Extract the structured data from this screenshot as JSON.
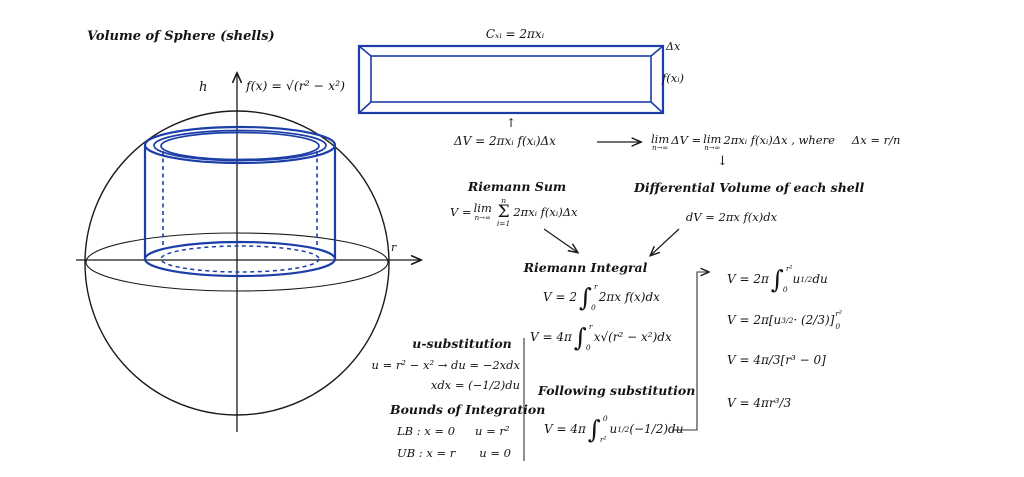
{
  "title": "Volume of Sphere (shells)",
  "diagram": {
    "v_axis": "h",
    "h_axis": "r",
    "curve": "f(x) = √(r² − x²)"
  },
  "box": {
    "circumference": "Cₓᵢ = 2πxᵢ",
    "dx": "Δx",
    "height": "f(xᵢ)",
    "up_arrow": "↑"
  },
  "flow": {
    "dv": "ΔV = 2πxᵢ f(xᵢ)Δx",
    "lim": "lim",
    "lim_sub": "n→∞",
    "eq1": "ΔV =",
    "eq2": "2πxᵢ f(xᵢ)Δx , where",
    "dx_def": "Δx = r/n",
    "down_arrow": "↓"
  },
  "riemann_sum": {
    "heading": "Riemann Sum",
    "pre": "V =",
    "lim": "lim",
    "lim_sub": "n→∞",
    "sum_top": "n",
    "sigma": "Σ",
    "sum_bot": "i=1",
    "body": "2πxᵢ f(xᵢ)Δx"
  },
  "differential": {
    "heading": "Differential Volume of each shell",
    "formula": "dV = 2πx f(x)dx"
  },
  "riemann_integral": {
    "heading": "Riemann Integral",
    "f1": {
      "pre": "V = 2",
      "ub": "r",
      "lb": "0",
      "body": "2πx f(x)dx"
    },
    "f2": {
      "pre": "V = 4π",
      "ub": "r",
      "lb": "0",
      "body": "x√(r² − x²)dx"
    }
  },
  "u_sub": {
    "heading": "u-substitution",
    "line1": "u = r² − x²  →   du = −2xdx",
    "line2": "xdx = (−1/2)du"
  },
  "bounds": {
    "heading": "Bounds of Integration",
    "lb1": "LB :  x = 0",
    "lb2": "u = r²",
    "ub1": "UB :  x = r",
    "ub2": "u = 0"
  },
  "following": {
    "heading": "Following substitution",
    "f": {
      "pre": "V = 4π",
      "ub": "0",
      "lb": "r²",
      "b1": "u",
      "sup": "1/2",
      "b2": "(−1/2)du"
    }
  },
  "result": {
    "f1": {
      "pre": "V = 2π",
      "ub": "r²",
      "lb": "0",
      "b1": "u",
      "sup": "1/2",
      "b2": "du"
    },
    "f2": {
      "p1": "V = 2π[u",
      "sup": "3/2",
      "p2": " · (2/3)]",
      "ub": "r²",
      "lb": "0"
    },
    "f3": "V = 4π/3[r³ − 0]",
    "f4": "V = 4πr³/3"
  },
  "colors": {
    "ink": "#1a1a1a",
    "blue": "#1c3ea8"
  }
}
